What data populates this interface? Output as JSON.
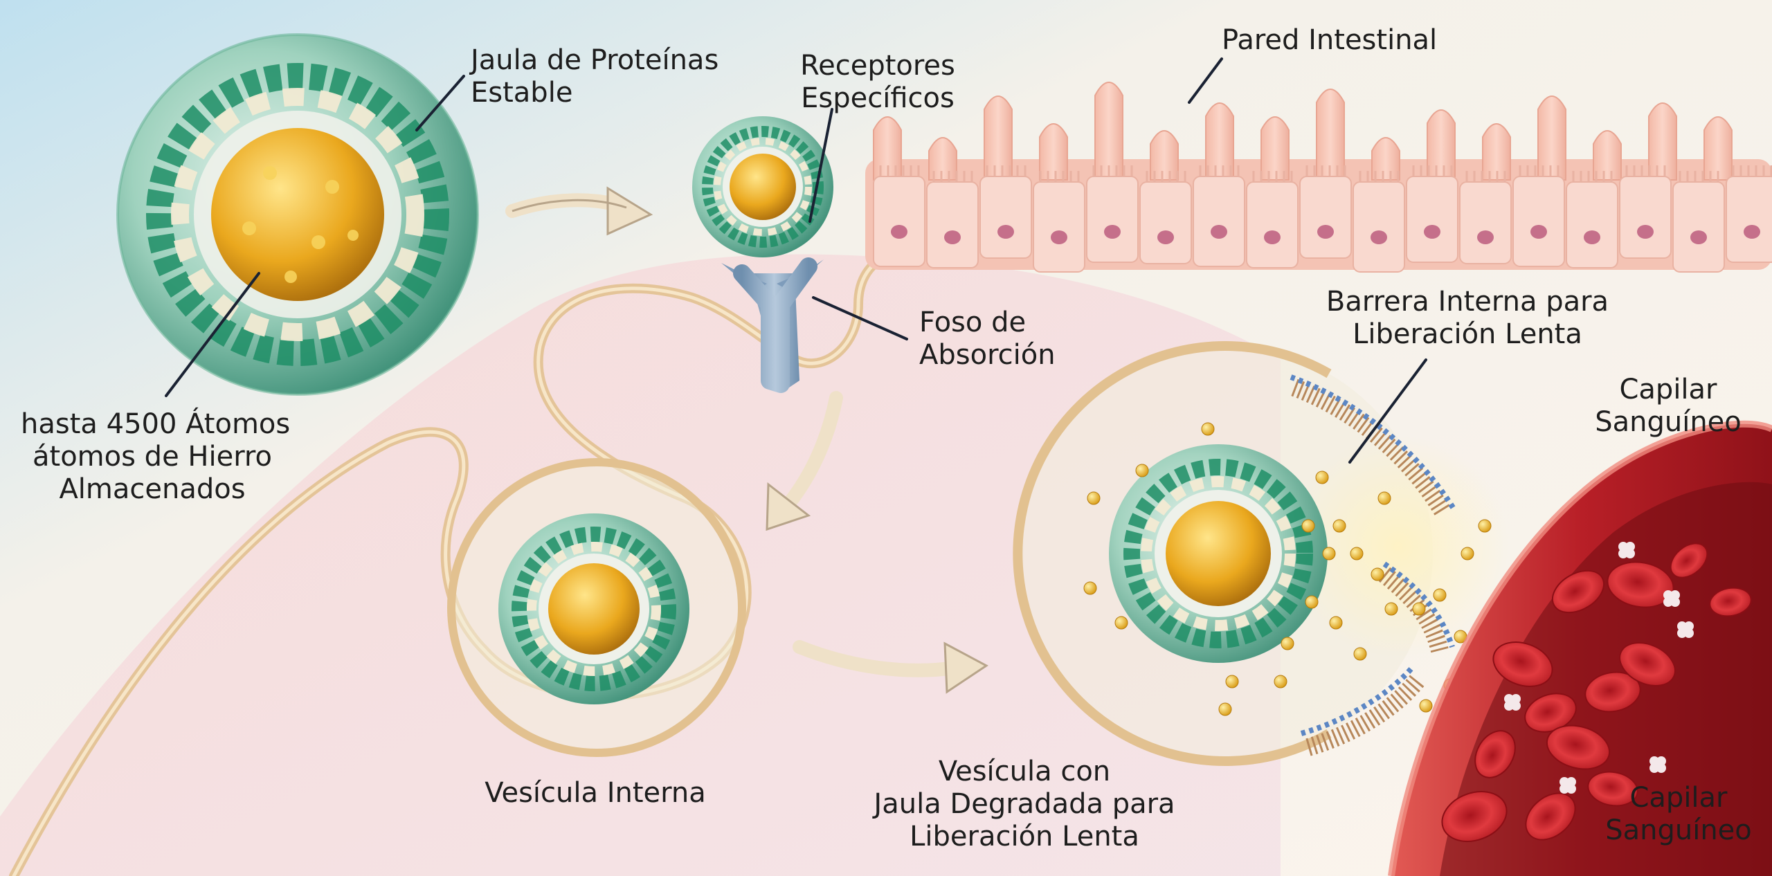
{
  "labels": {
    "protein_cage": [
      "Jaula de Proteínas",
      "Estable"
    ],
    "iron_atoms": [
      "hasta 4500 Átomos",
      "átomos de Hierro",
      "Almacenados"
    ],
    "receptors": [
      "Receptores",
      "Específicos"
    ],
    "intestinal_wall": [
      "Pared Intestinal"
    ],
    "absorption_pit": [
      "Foso de",
      "Absorción"
    ],
    "inner_barrier": [
      "Barrera Interna para",
      "Liberación Lenta"
    ],
    "capillary_top": [
      "Capilar",
      "Sanguíneo"
    ],
    "internal_vesicle": [
      "Vesícula Interna"
    ],
    "degraded_vesicle": [
      "Vesícula con",
      "Jaula Degradada para",
      "Liberación Lenta"
    ],
    "capillary_bottom": [
      "Capilar",
      "Sanguíneo"
    ]
  },
  "colors": {
    "cage_green": "#3aa57f",
    "iron_gold": "#e9a41c",
    "cell_pink": "#f6c9bd",
    "membrane": "#e7c89a",
    "blood_red": "#c9262c",
    "lipid_blue": "#5b86c4"
  }
}
